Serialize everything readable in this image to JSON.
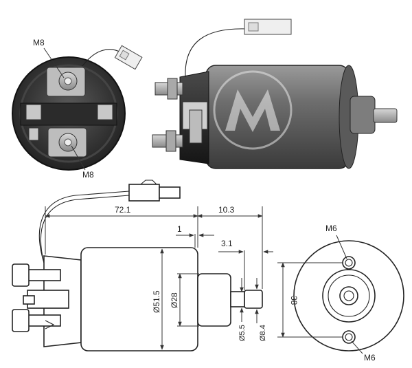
{
  "photo_labels": {
    "top_terminal": "M8",
    "bottom_terminal": "M8"
  },
  "dimensions": {
    "overall_length": "72.1",
    "plunger_offset": "10.3",
    "flange_gap": "1",
    "plunger_tip": "3.1",
    "body_diameter": "Ø51.5",
    "nose_diameter": "Ø28",
    "shaft_diameter": "Ø5.5",
    "plunger_diameter": "Ø8.4",
    "mount_span": "38"
  },
  "end_view_labels": {
    "top_hole": "M6",
    "bottom_hole": "M6"
  },
  "colors": {
    "photo_body": "#6b6b6b",
    "photo_dark": "#2a2a2a",
    "line": "#222222"
  }
}
